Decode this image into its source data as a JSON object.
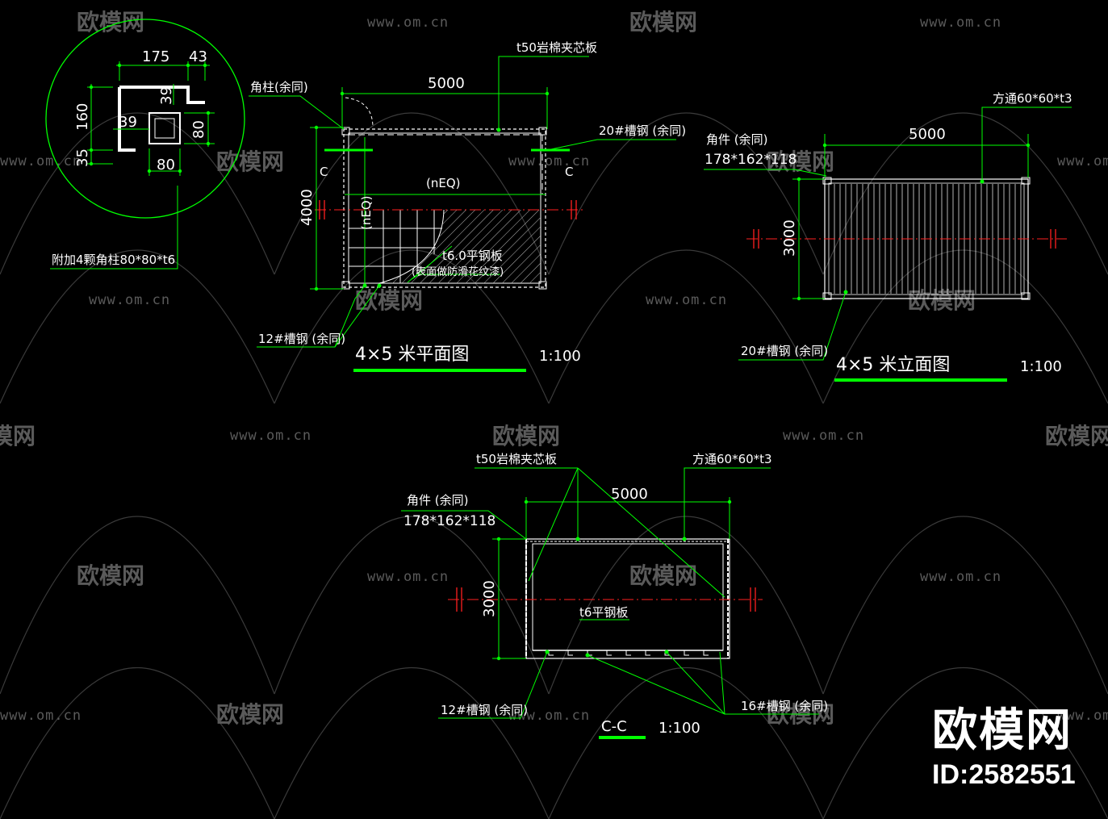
{
  "watermarks": {
    "url": "www.om.cn",
    "logo": "欧模网"
  },
  "detail": {
    "dim_175": "175",
    "dim_43": "43",
    "dim_39_top": "39",
    "dim_160": "160",
    "dim_39": "39",
    "dim_80_right": "80",
    "dim_35": "35",
    "dim_80_bottom": "80",
    "note": "附加4颗角柱80*80*t6"
  },
  "plan": {
    "dim_5000": "5000",
    "dim_4000": "4000",
    "label_corner_post": "角柱(余同)",
    "label_core_panel": "t50岩棉夹芯板",
    "label_channel20": "20#槽钢 (余同)",
    "label_channel12": "12#槽钢 (余同)",
    "label_plate": "t6.0平钢板",
    "label_plate_note": "(表面做防滑花纹漆)",
    "eq_h": "(nEQ)",
    "eq_v": "(nEQ)",
    "section_mark_left": "C",
    "section_mark_right": "C",
    "title": "4×5 米平面图",
    "scale": "1:100"
  },
  "elevation": {
    "dim_5000": "5000",
    "dim_3000": "3000",
    "label_tube": "方通60*60*t3",
    "label_corner": "角件 (余同)",
    "label_corner_size": "178*162*118",
    "label_channel20": "20#槽钢 (余同)",
    "title": "4×5 米立面图",
    "scale": "1:100"
  },
  "section": {
    "dim_5000": "5000",
    "dim_3000": "3000",
    "label_core_panel": "t50岩棉夹芯板",
    "label_tube": "方通60*60*t3",
    "label_corner": "角件 (余同)",
    "label_corner_size": "178*162*118",
    "label_plate": "t6平钢板",
    "label_channel12": "12#槽钢 (余同)",
    "label_channel16": "16#槽钢 (余同)",
    "title": "C-C",
    "scale": "1:100"
  },
  "brand": {
    "name": "欧模网",
    "id": "ID:2582551"
  },
  "colors": {
    "background": "#000000",
    "leader": "#00ff00",
    "drawing": "#ffffff",
    "axis": "#ff2020",
    "watermark": "#5a5a5a",
    "underline": "#00ff00"
  }
}
